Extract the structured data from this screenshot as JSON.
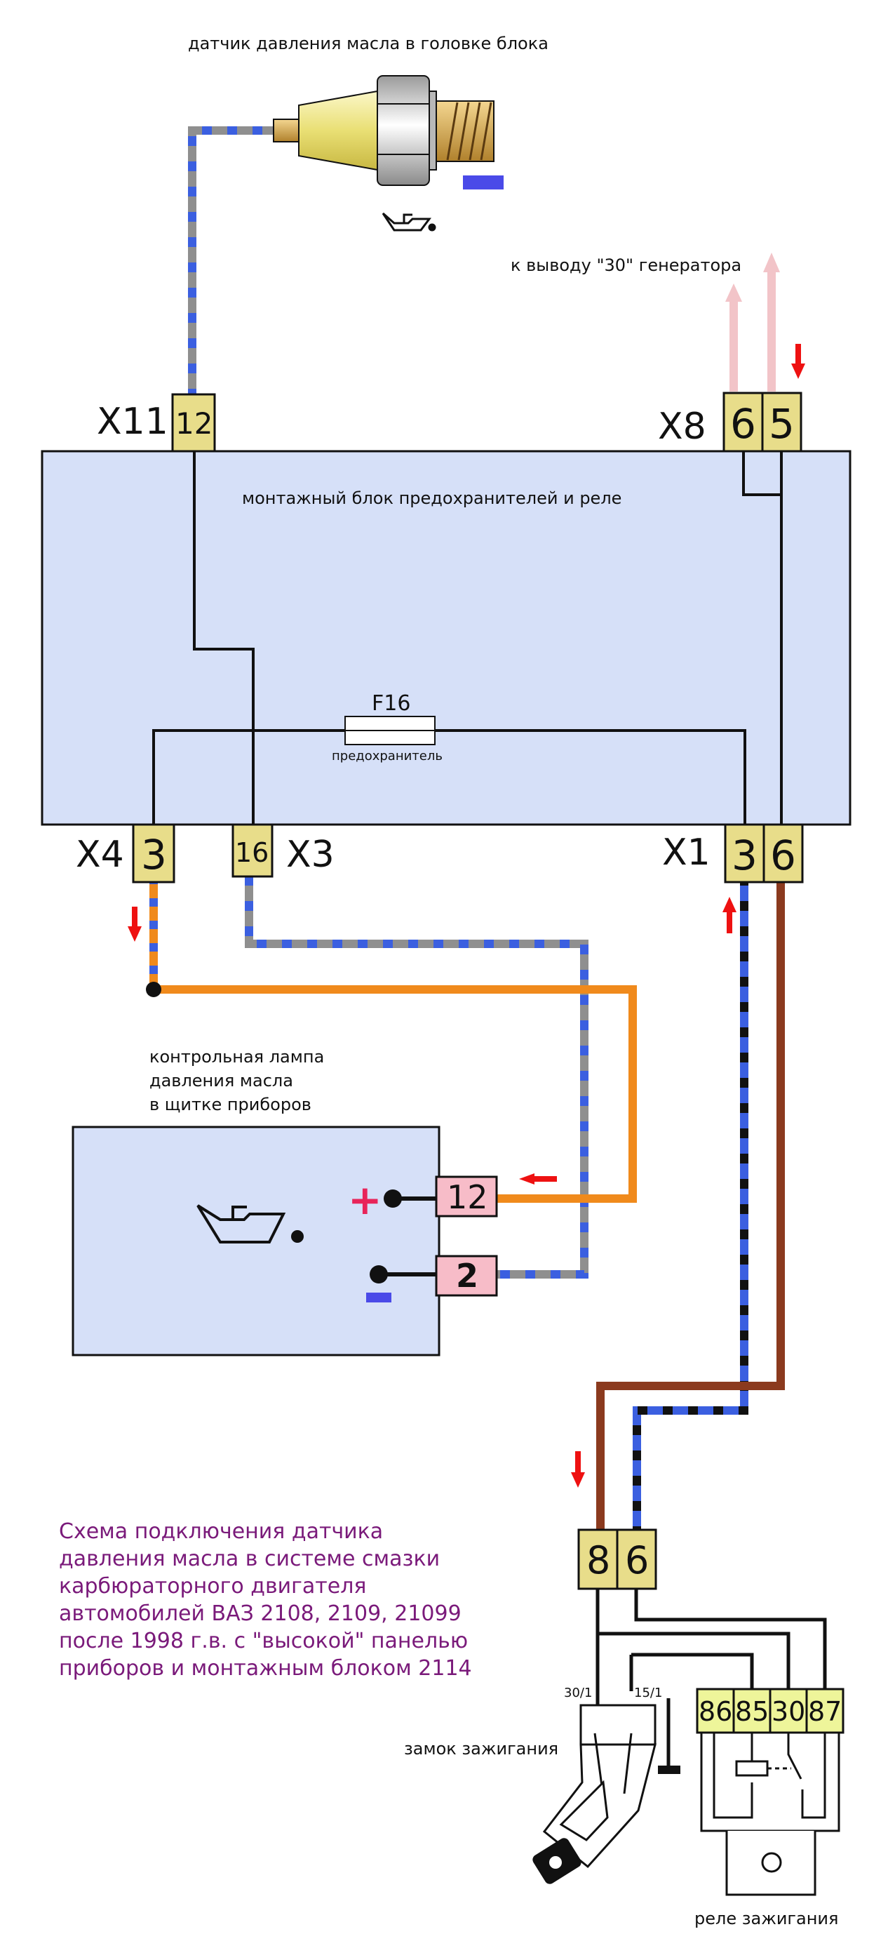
{
  "labels": {
    "sensor": "датчик давления масла в головке блока",
    "generator": "к выводу \"30\" генератора",
    "fuse_block": "монтажный блок предохранителей и реле",
    "fuse_id": "F16",
    "fuse_name": "предохранитель",
    "lamp_line1": "контрольная лампа",
    "lamp_line2": "давления масла",
    "lamp_line3": "в щитке приборов",
    "ignition_switch": "замок зажигания",
    "ignition_relay": "реле зажигания",
    "switch_pin_a": "30/1",
    "switch_pin_b": "15/1"
  },
  "connectors": {
    "x11": {
      "name": "X11",
      "pins": [
        "12"
      ]
    },
    "x8": {
      "name": "X8",
      "pins": [
        "6",
        "5"
      ]
    },
    "x4": {
      "name": "X4",
      "pins": [
        "3"
      ]
    },
    "x3": {
      "name": "X3",
      "pins": [
        "16"
      ]
    },
    "x1": {
      "name": "X1",
      "pins": [
        "3",
        "6"
      ]
    },
    "lamp": {
      "pins": [
        "12",
        "2"
      ]
    },
    "switch": {
      "pins": [
        "8",
        "6"
      ]
    },
    "relay": {
      "pins": [
        "86",
        "85",
        "30",
        "87"
      ]
    }
  },
  "polarity": {
    "plus": "+",
    "minus": "−"
  },
  "caption": [
    "Схема подключения датчика",
    "давления масла в системе смазки",
    "карбюраторного двигателя",
    "автомобилей ВАЗ 2108, 2109, 21099",
    "после 1998 г.в. с \"высокой\" панелью",
    "приборов и монтажным блоком 2114"
  ],
  "colors": {
    "block_fill": "#d6e0f8",
    "pin_yellow": "#e8dd8a",
    "pin_pink": "#f7bcc8",
    "pin_lime": "#eef59a",
    "wire_gray": "#8f8f8f",
    "wire_blue": "#3b5fe0",
    "wire_orange": "#f08a1c",
    "wire_brown": "#8b3a1e",
    "arrow_red": "#ee1111",
    "arrow_pink": "#f2c4c8",
    "caption": "#7a1a7a"
  }
}
